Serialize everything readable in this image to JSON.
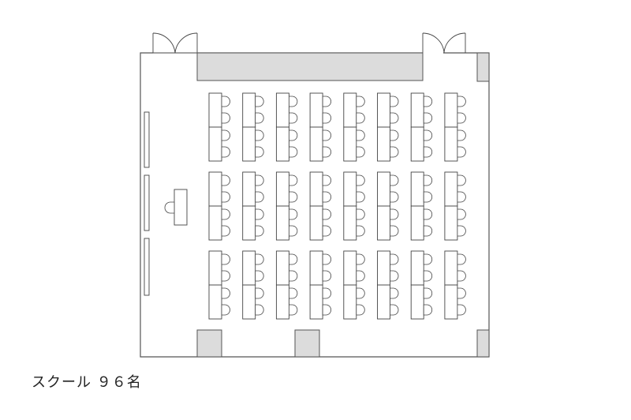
{
  "caption": {
    "layout_name": "スクール",
    "count": "９６名"
  },
  "layout": {
    "type": "school",
    "blocks": 3,
    "desk_columns": 8,
    "desks_per_column_per_block": 2,
    "chairs_per_desk": 2
  },
  "colors": {
    "wall": "#555555",
    "fill": "#dcdcdc",
    "desk": "#ffffff"
  }
}
